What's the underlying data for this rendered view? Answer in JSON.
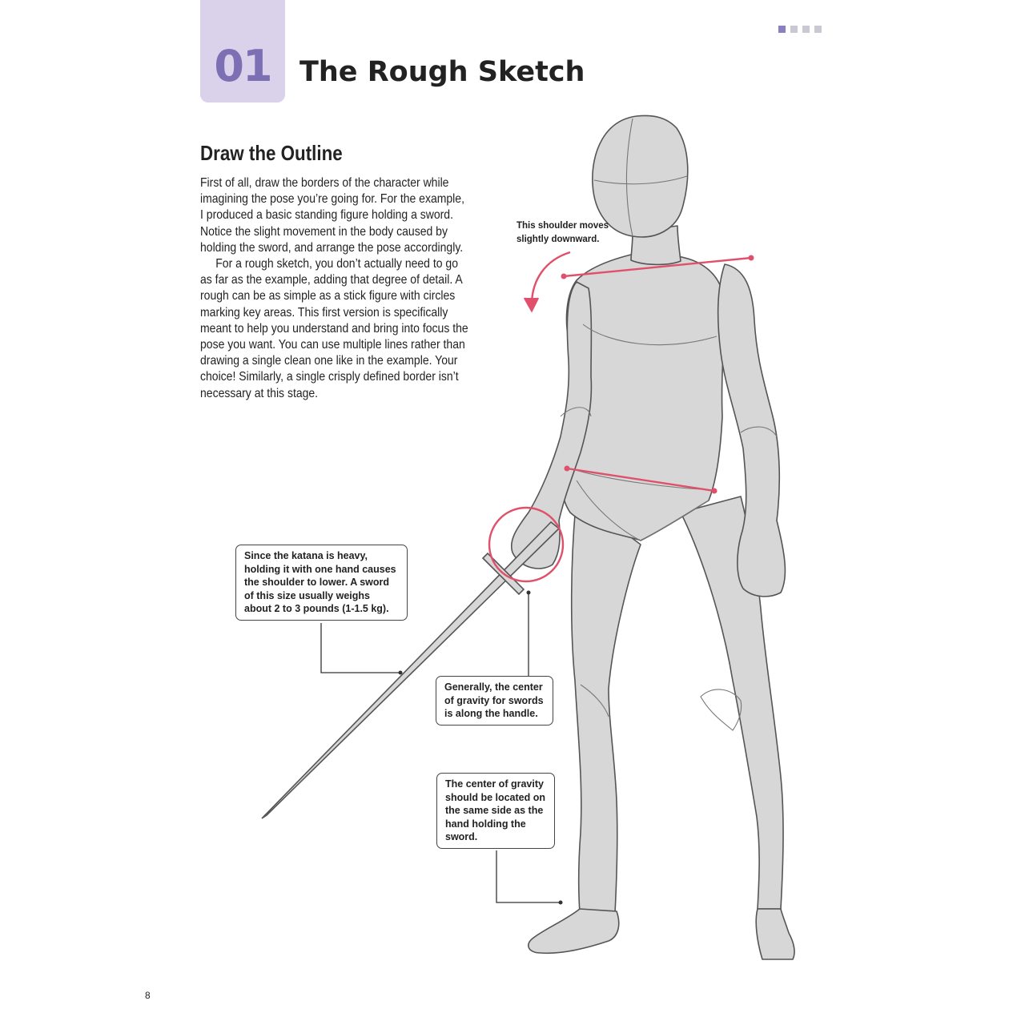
{
  "header": {
    "section_number": "01",
    "title": "The Rough Sketch",
    "page_indicator": {
      "total": 4,
      "active": 1
    }
  },
  "article": {
    "heading": "Draw the Outline",
    "paragraphs": [
      "First of all, draw the borders of the character while imagining the pose you’re going for. For the example, I produced a basic standing figure holding a sword. Notice the slight movement in the body caused by holding the sword, and arrange the pose accordingly.",
      "For a rough sketch, you don’t actually need to go as far as the example, adding that degree of detail. A rough can be as simple as a stick figure with circles marking key areas. This first version is specifically meant to help you understand and bring into focus the pose you want. You can use multiple lines rather than drawing a single clean one like in the example. Your choice! Similarly, a single crisply defined border isn’t necessary at this stage."
    ]
  },
  "annotations": {
    "shoulder": "This shoulder moves slightly downward.",
    "katana": "Since the katana is heavy, holding it with one hand causes the shoulder to lower. A sword of this size usually weighs about 2 to 3 pounds (1-1.5 kg).",
    "sword_gravity": "Generally, the center of gravity for swords is along the handle.",
    "body_gravity": "The center of gravity should be located on the same side as the hand holding the sword."
  },
  "footer": {
    "page_number": "8"
  },
  "colors": {
    "tab_background": "#d9d2ea",
    "tab_number": "#7d6fb3",
    "figure_fill": "#d7d7d7",
    "figure_stroke": "#555555",
    "highlight": "#e0506a"
  }
}
